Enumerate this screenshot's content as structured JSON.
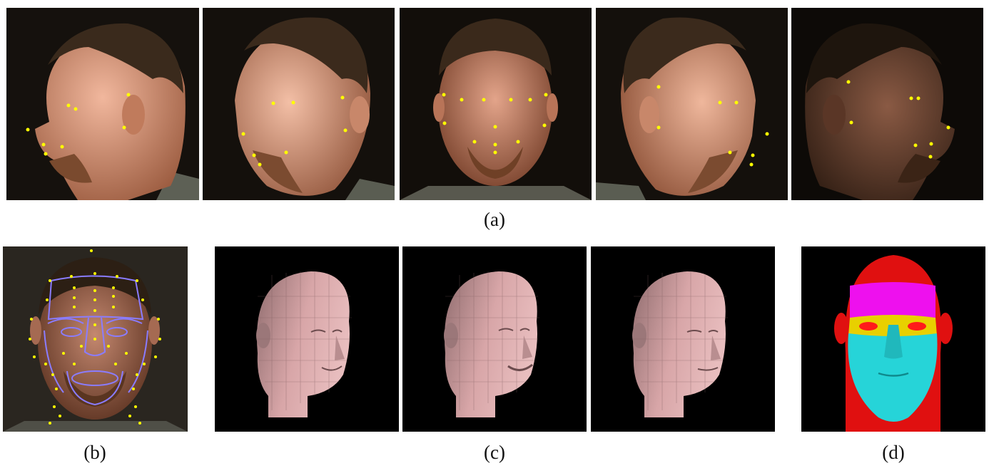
{
  "figure": {
    "captions": {
      "a": "(a)",
      "b": "(b)",
      "c": "(c)",
      "d": "(d)"
    },
    "row_a": {
      "panels": [
        {
          "view": "left-profile"
        },
        {
          "view": "left-three-quarter"
        },
        {
          "view": "frontal"
        },
        {
          "view": "right-three-quarter"
        },
        {
          "view": "right-profile"
        }
      ],
      "landmark_color": "#ffff00"
    },
    "panel_b": {
      "landmark_color": "#ffff00",
      "contour_color": "#8a7cff"
    },
    "row_c": {
      "mesh_color": "#d8a6a8",
      "background": "#000000"
    },
    "panel_d": {
      "region_colors": {
        "head_back": "#e01010",
        "forehead": "#ee10ee",
        "eye_band": "#e8d000",
        "lower_face": "#26d4d8",
        "eyes": "#ff1a1a"
      }
    }
  }
}
